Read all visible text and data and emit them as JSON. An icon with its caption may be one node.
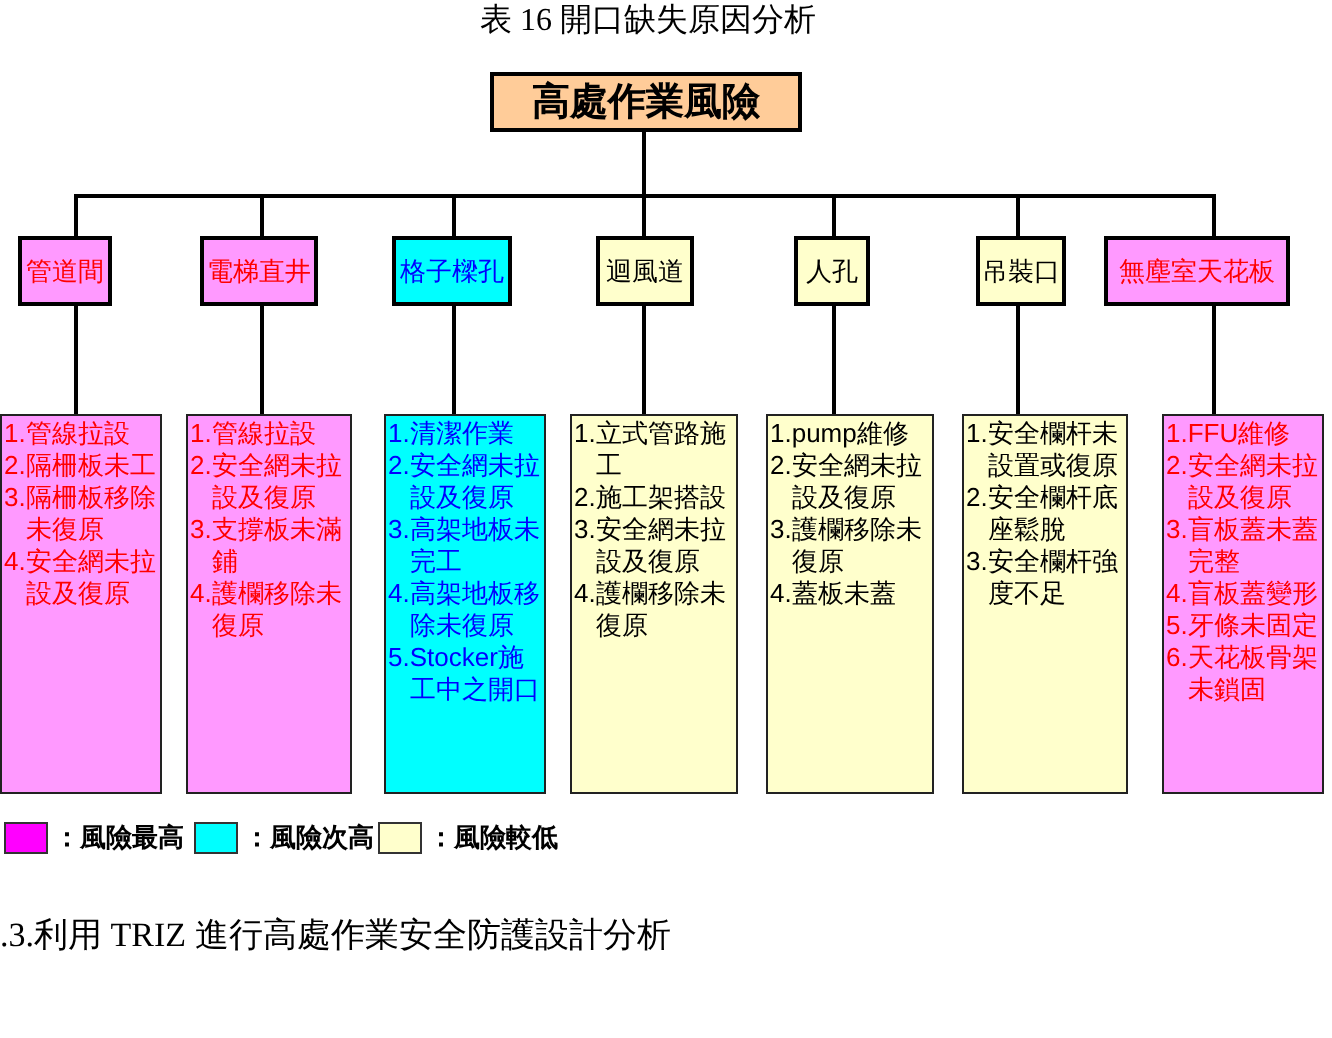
{
  "diagram": {
    "title": "表 16 開口缺失原因分析",
    "nodes": [
      {
        "text": [
          "高處作業風險"
        ]
      },
      {
        "text": [
          "管道間"
        ]
      },
      {
        "text": [
          "電梯直井"
        ]
      },
      {
        "text": [
          "格子樑孔"
        ]
      },
      {
        "text": [
          "迴風道"
        ]
      },
      {
        "text": [
          "人孔"
        ]
      },
      {
        "text": [
          "吊裝口"
        ]
      },
      {
        "text": [
          "無塵室天花板"
        ]
      },
      {
        "text": [
          "1.管線拉設",
          "2.隔柵板未工",
          "3.隔柵板移除未復原",
          "4.安全網未拉設及復原"
        ]
      },
      {
        "text": [
          "1.管線拉設",
          "2.安全網未拉設及復原",
          "3.支撐板未滿鋪",
          "4.護欄移除未復原"
        ]
      },
      {
        "text": [
          "1.清潔作業",
          "2.安全網未拉設及復原",
          "3.高架地板未完工",
          "4.高架地板移除未復原",
          "5.Stocker施工中之開口"
        ]
      },
      {
        "text": [
          "1.立式管路施工",
          "2.施工架搭設",
          "3.安全網未拉設及復原",
          "4.護欄移除未復原"
        ]
      },
      {
        "text": [
          "1.pump維修",
          "2.安全網未拉設及復原",
          "3.護欄移除未復原",
          "4.蓋板未蓋"
        ]
      },
      {
        "text": [
          "1.安全欄杆未設置或復原",
          "2.安全欄杆底座鬆脫",
          "3.安全欄杆強度不足"
        ]
      },
      {
        "text": [
          "1.FFU維修",
          "2.安全網未拉設及復原",
          "3.盲板蓋未蓋完整",
          "4.盲板蓋變形",
          "5.牙條未固定",
          "6.天花板骨架未鎖固"
        ]
      }
    ],
    "edges": [
      {
        "from": 0,
        "to": 1,
        "arrow": "none"
      },
      {
        "from": 0,
        "to": 2,
        "arrow": "none"
      },
      {
        "from": 0,
        "to": 3,
        "arrow": "none"
      },
      {
        "from": 0,
        "to": 4,
        "arrow": "none"
      },
      {
        "from": 0,
        "to": 5,
        "arrow": "none"
      },
      {
        "from": 0,
        "to": 6,
        "arrow": "none"
      },
      {
        "from": 0,
        "to": 7,
        "arrow": "none"
      },
      {
        "from": 1,
        "to": 8,
        "arrow": "none"
      },
      {
        "from": 2,
        "to": 9,
        "arrow": "none"
      },
      {
        "from": 3,
        "to": 10,
        "arrow": "none"
      },
      {
        "from": 4,
        "to": 11,
        "arrow": "none"
      },
      {
        "from": 5,
        "to": 12,
        "arrow": "none"
      },
      {
        "from": 6,
        "to": 13,
        "arrow": "none"
      },
      {
        "from": 7,
        "to": 14,
        "arrow": "none"
      }
    ],
    "labels": [
      ".3.利用 TRIZ 進行高處作業安全防護設計分析"
    ],
    "legend": [
      {
        "text": "：風險最高",
        "color": "#ff00ff"
      },
      {
        "text": "：風險次高",
        "color": "#00ffff"
      },
      {
        "text": "：風險較低",
        "color": "#ffffcc"
      }
    ]
  }
}
